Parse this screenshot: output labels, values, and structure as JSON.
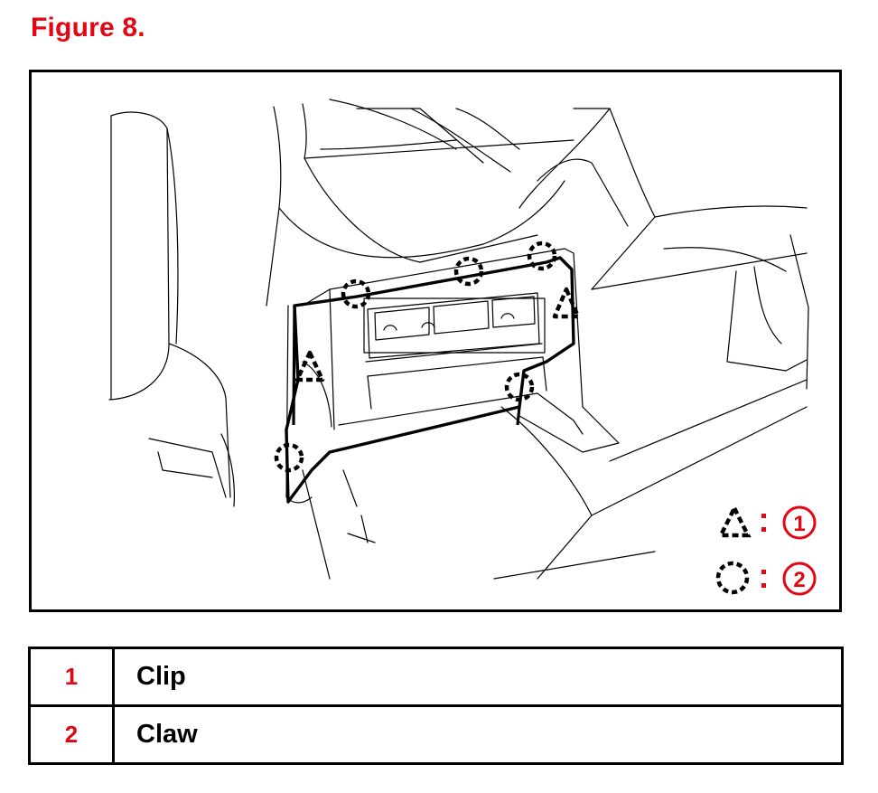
{
  "figure": {
    "title": "Figure 8."
  },
  "key": [
    {
      "symbol": "triangle",
      "number": "1"
    },
    {
      "symbol": "circle",
      "number": "2"
    }
  ],
  "legend": {
    "rows": [
      {
        "number": "1",
        "label": "Clip"
      },
      {
        "number": "2",
        "label": "Claw"
      }
    ]
  },
  "colors": {
    "accent": "#e30613",
    "line": "#000000"
  }
}
